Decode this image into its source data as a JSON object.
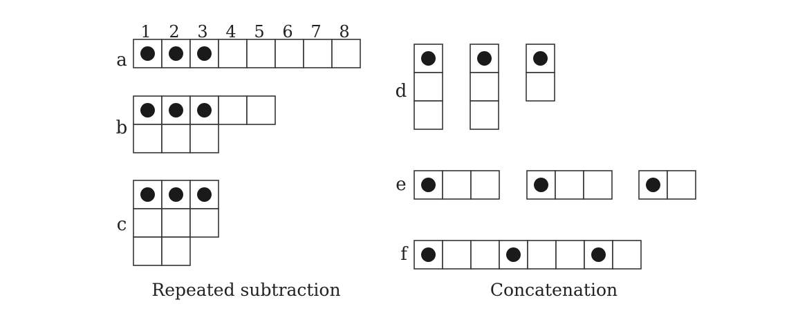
{
  "column_numbers": [
    "1",
    "2",
    "3",
    "4",
    "5",
    "6",
    "7",
    "8"
  ],
  "row_labels": {
    "a": "a",
    "b": "b",
    "c": "c",
    "d": "d",
    "e": "e",
    "f": "f"
  },
  "captions": {
    "left": "Repeated subtraction",
    "right": "Concatenation"
  },
  "colors": {
    "stroke": "#333333",
    "dot": "#1a1a1a"
  }
}
